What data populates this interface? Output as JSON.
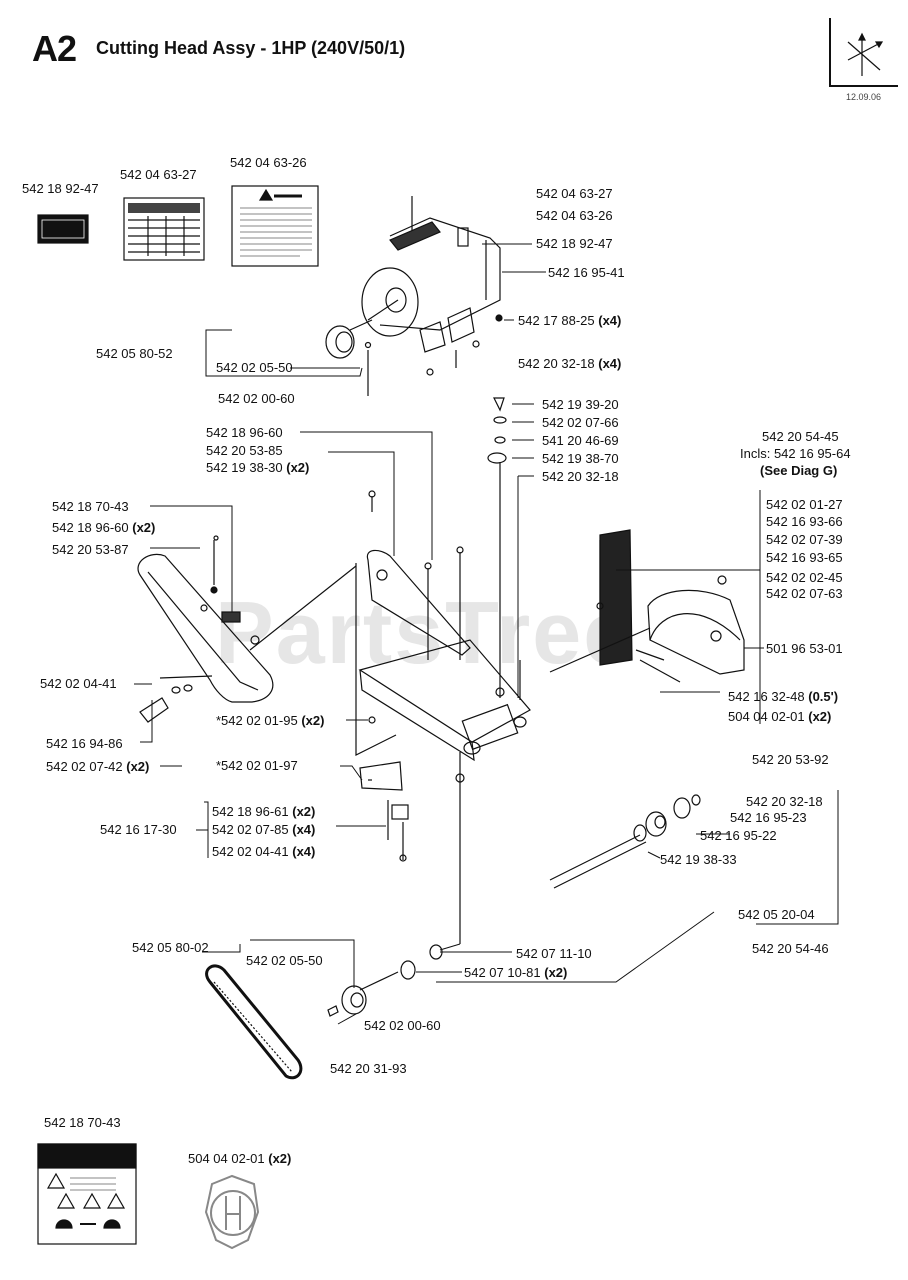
{
  "header": {
    "code": "A2",
    "title": "Cutting Head Assy - 1HP (240V/50/1)",
    "date": "12.09.06"
  },
  "watermark": "PartsTree",
  "callouts": [
    {
      "id": "c01",
      "text": "542 18 92-47"
    },
    {
      "id": "c02",
      "text": "542 04 63-27"
    },
    {
      "id": "c03",
      "text": "542 04 63-26"
    },
    {
      "id": "c04",
      "text": "542 04 63-27"
    },
    {
      "id": "c05",
      "text": "542 04 63-26"
    },
    {
      "id": "c06",
      "text": "542 18 92-47"
    },
    {
      "id": "c07",
      "text": "542 16 95-41"
    },
    {
      "id": "c08",
      "text": "542 17 88-25",
      "qty": "(x4)"
    },
    {
      "id": "c09",
      "text": "542 05 80-52"
    },
    {
      "id": "c10",
      "text": "542 02 05-50"
    },
    {
      "id": "c11",
      "text": "542 20 32-18",
      "qty": "(x4)"
    },
    {
      "id": "c12",
      "text": "542 02 00-60"
    },
    {
      "id": "c13",
      "text": "542 19 39-20"
    },
    {
      "id": "c14",
      "text": "542 02 07-66"
    },
    {
      "id": "c15",
      "text": "541 20 46-69"
    },
    {
      "id": "c16",
      "text": "542 19 38-70"
    },
    {
      "id": "c17",
      "text": "542 20 32-18"
    },
    {
      "id": "c18",
      "text": "542 18 96-60"
    },
    {
      "id": "c19",
      "text": "542 20 53-85"
    },
    {
      "id": "c20",
      "text": "542 19 38-30",
      "qty": "(x2)"
    },
    {
      "id": "c21",
      "text": "542 20 54-45"
    },
    {
      "id": "c22",
      "text": "Incls: 542 16 95-64"
    },
    {
      "id": "c23",
      "text": "(See Diag G)",
      "bold": true
    },
    {
      "id": "c24",
      "text": "542 18 70-43"
    },
    {
      "id": "c25",
      "text": "542 18 96-60",
      "qty": "(x2)"
    },
    {
      "id": "c26",
      "text": "542 20 53-87"
    },
    {
      "id": "c27",
      "text": "542 02 01-27"
    },
    {
      "id": "c28",
      "text": "542 16 93-66"
    },
    {
      "id": "c29",
      "text": "542 02 07-39"
    },
    {
      "id": "c30",
      "text": "542 16 93-65"
    },
    {
      "id": "c31",
      "text": "542 02 02-45"
    },
    {
      "id": "c32",
      "text": "542 02 07-63"
    },
    {
      "id": "c33",
      "text": "501 96 53-01"
    },
    {
      "id": "c34",
      "text": "542 02 04-41"
    },
    {
      "id": "c35",
      "text": "542 16 32-48",
      "qty": "(0.5')"
    },
    {
      "id": "c36",
      "text": "504 04 02-01",
      "qty": "(x2)"
    },
    {
      "id": "c37",
      "text": "*542 02 01-95",
      "qty": "(x2)"
    },
    {
      "id": "c38",
      "text": "542 16 94-86"
    },
    {
      "id": "c39",
      "text": "542 02 07-42",
      "qty": "(x2)"
    },
    {
      "id": "c40",
      "text": "*542 02 01-97"
    },
    {
      "id": "c41",
      "text": "542 20 53-92"
    },
    {
      "id": "c42",
      "text": "542 18 96-61",
      "qty": "(x2)"
    },
    {
      "id": "c43",
      "text": "542 16 17-30"
    },
    {
      "id": "c44",
      "text": "542 02 07-85",
      "qty": "(x4)"
    },
    {
      "id": "c45",
      "text": "542 02 04-41",
      "qty": "(x4)"
    },
    {
      "id": "c46",
      "text": "542 20 32-18"
    },
    {
      "id": "c47",
      "text": "542 16 95-23"
    },
    {
      "id": "c48",
      "text": "542 16 95-22"
    },
    {
      "id": "c49",
      "text": "542 19 38-33"
    },
    {
      "id": "c50",
      "text": "542 05 20-04"
    },
    {
      "id": "c51",
      "text": "542 05 80-02"
    },
    {
      "id": "c52",
      "text": "542 20 54-46"
    },
    {
      "id": "c53",
      "text": "542 02 05-50"
    },
    {
      "id": "c54",
      "text": "542 07 11-10"
    },
    {
      "id": "c55",
      "text": "542 07 10-81",
      "qty": "(x2)"
    },
    {
      "id": "c56",
      "text": "542 02 00-60"
    },
    {
      "id": "c57",
      "text": "542 20 31-93"
    },
    {
      "id": "c58",
      "text": "542 18 70-43"
    },
    {
      "id": "c59",
      "text": "504 04 02-01",
      "qty": "(x2)"
    }
  ]
}
